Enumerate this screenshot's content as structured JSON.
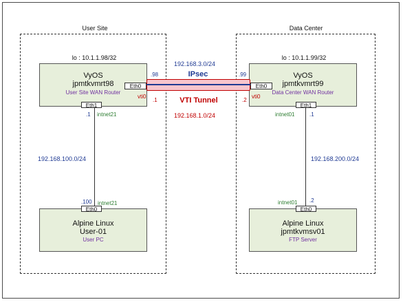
{
  "user_site": {
    "title": "User Site",
    "lo": "lo : 10.1.1.98/32",
    "router": {
      "line1": "VyOS",
      "line2": "jpmtkvmrt98",
      "line3": "User Site WAN Router"
    },
    "router_eth0": "Eth0",
    "router_eth1": "Eth1",
    "eth0_ip_suffix": ".98",
    "vti_label": "vti0",
    "vti_ip_suffix": ".1",
    "eth1_ip_suffix": ".1",
    "eth1_net_name": "intnet21",
    "lan_network": "192.168.100.0/24",
    "pc_ip_suffix": ".100",
    "pc_net_name": "intnet21",
    "pc_eth0": "Eth0",
    "pc": {
      "line1": "Alpine Linux",
      "line2": "User-01",
      "line3": "User PC"
    }
  },
  "data_center": {
    "title": "Data Center",
    "lo": "lo : 10.1.1.99/32",
    "router": {
      "line1": "VyOS",
      "line2": "jpmtkvmrt99",
      "line3": "Data Center WAN Router"
    },
    "router_eth0": "Eth0",
    "router_eth1": "Eth1",
    "eth0_ip_suffix": ".99",
    "vti_label": "vti0",
    "vti_ip_suffix": ".2",
    "eth1_ip_suffix": ".1",
    "eth1_net_name": "intnet01",
    "lan_network": "192.168.200.0/24",
    "srv_ip_suffix": ".2",
    "srv_net_name": "intnet01",
    "srv_eth0": "Eth0",
    "server": {
      "line1": "Alpine Linux",
      "line2": "jpmtkvmsv01",
      "line3": "FTP Server"
    }
  },
  "wan": {
    "ipsec_network": "192.168.3.0/24",
    "ipsec_label": "IPsec",
    "vti_tunnel_label": "VTI Tunnel",
    "vti_network": "192.168.1.0/24"
  },
  "colors": {
    "box_fill": "#e7efdb",
    "tunnel_fill": "#f7c5cd",
    "tunnel_border": "#c00000",
    "ip_blue": "#1f3a93",
    "net_green": "#2e7d32",
    "subtitle_purple": "#7030a0"
  }
}
